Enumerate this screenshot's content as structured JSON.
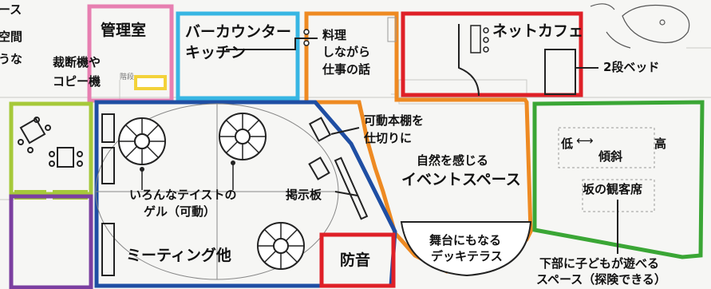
{
  "labels": {
    "left_edge_1": "ース",
    "left_edge_2": "空間",
    "left_edge_3": "うな",
    "admin_room": "管理室",
    "bar_counter_1": "バーカウンター",
    "bar_counter_2": "キッチン",
    "cooking_1": "料理",
    "cooking_2": "しながら",
    "cooking_3": "仕事の話",
    "net_cafe": "ネットカフェ",
    "bunk_bed": "2段ベッド",
    "cutter_copier_1": "裁断機や",
    "cutter_copier_2": "コピー機",
    "small_note": "階段",
    "movable_shelf_1": "可動本棚を",
    "movable_shelf_2": "仕切りに",
    "event_space_1": "自然を感じる",
    "event_space_2": "イベントスペース",
    "slope_low": "低",
    "slope_arrow": "⟷",
    "slope_high": "高",
    "slope_word": "傾斜",
    "slope_seats": "坂の観客席",
    "gel_1": "いろんなテイストの",
    "gel_2": "ゲル（可動）",
    "bulletin_board": "掲示板",
    "meeting": "ミーティング他",
    "soundproof": "防音",
    "deck_1": "舞台にもなる",
    "deck_2": "デッキテラス",
    "kids_1": "下部に子どもが遊べる",
    "kids_2": "スペース（探険できる）"
  },
  "colors": {
    "pink": "#e77fb1",
    "cyan": "#38b6e3",
    "orange": "#ee8a22",
    "red": "#df2027",
    "lime": "#a6c93a",
    "purple": "#7b3fa0",
    "blue": "#1f4ea3",
    "green": "#3aa635",
    "yellow": "#f3d23a"
  }
}
